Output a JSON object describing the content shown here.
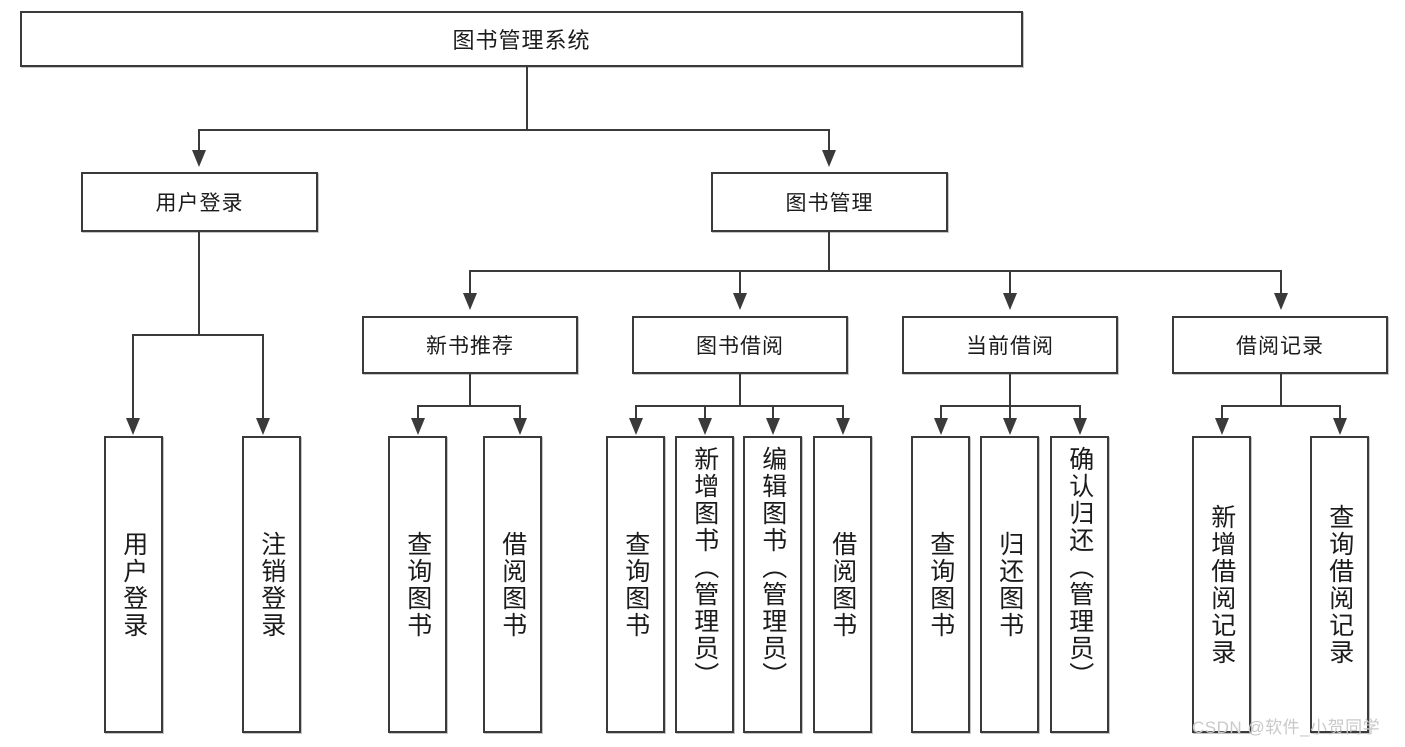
{
  "diagram": {
    "type": "tree",
    "title": "图书管理系统",
    "root": {
      "id": "root",
      "label": "图书管理系统"
    },
    "level2": [
      {
        "id": "user-login",
        "label": "用户登录"
      },
      {
        "id": "book-manage",
        "label": "图书管理"
      }
    ],
    "level3": [
      {
        "id": "new-book-recommend",
        "label": "新书推荐"
      },
      {
        "id": "book-borrow",
        "label": "图书借阅"
      },
      {
        "id": "current-borrow",
        "label": "当前借阅"
      },
      {
        "id": "borrow-record",
        "label": "借阅记录"
      }
    ],
    "leaves": {
      "user_login": [
        {
          "id": "leaf-user-login",
          "label": "用户登录"
        },
        {
          "id": "leaf-logout-login",
          "label": "注销登录"
        }
      ],
      "new_book_recommend": [
        {
          "id": "leaf-query-book-1",
          "label": "查询图书"
        },
        {
          "id": "leaf-borrow-book-1",
          "label": "借阅图书"
        }
      ],
      "book_borrow": [
        {
          "id": "leaf-query-book-2",
          "label": "查询图书"
        },
        {
          "id": "leaf-add-book",
          "label": "新增图书（管理员）"
        },
        {
          "id": "leaf-edit-book",
          "label": "编辑图书（管理员）"
        },
        {
          "id": "leaf-borrow-book-2",
          "label": "借阅图书"
        }
      ],
      "current_borrow": [
        {
          "id": "leaf-query-book-3",
          "label": "查询图书"
        },
        {
          "id": "leaf-return-book",
          "label": "归还图书"
        },
        {
          "id": "leaf-confirm-return",
          "label": "确认归还（管理员）"
        }
      ],
      "borrow_record": [
        {
          "id": "leaf-add-record",
          "label": "新增借阅记录"
        },
        {
          "id": "leaf-query-record",
          "label": "查询借阅记录"
        }
      ]
    }
  },
  "watermark": {
    "text": "CSDN @软件_小贺同学"
  },
  "colors": {
    "border": "#3a3a3a",
    "background": "#ffffff",
    "text": "#1b1b1b",
    "watermark": "#c9c9c9"
  }
}
